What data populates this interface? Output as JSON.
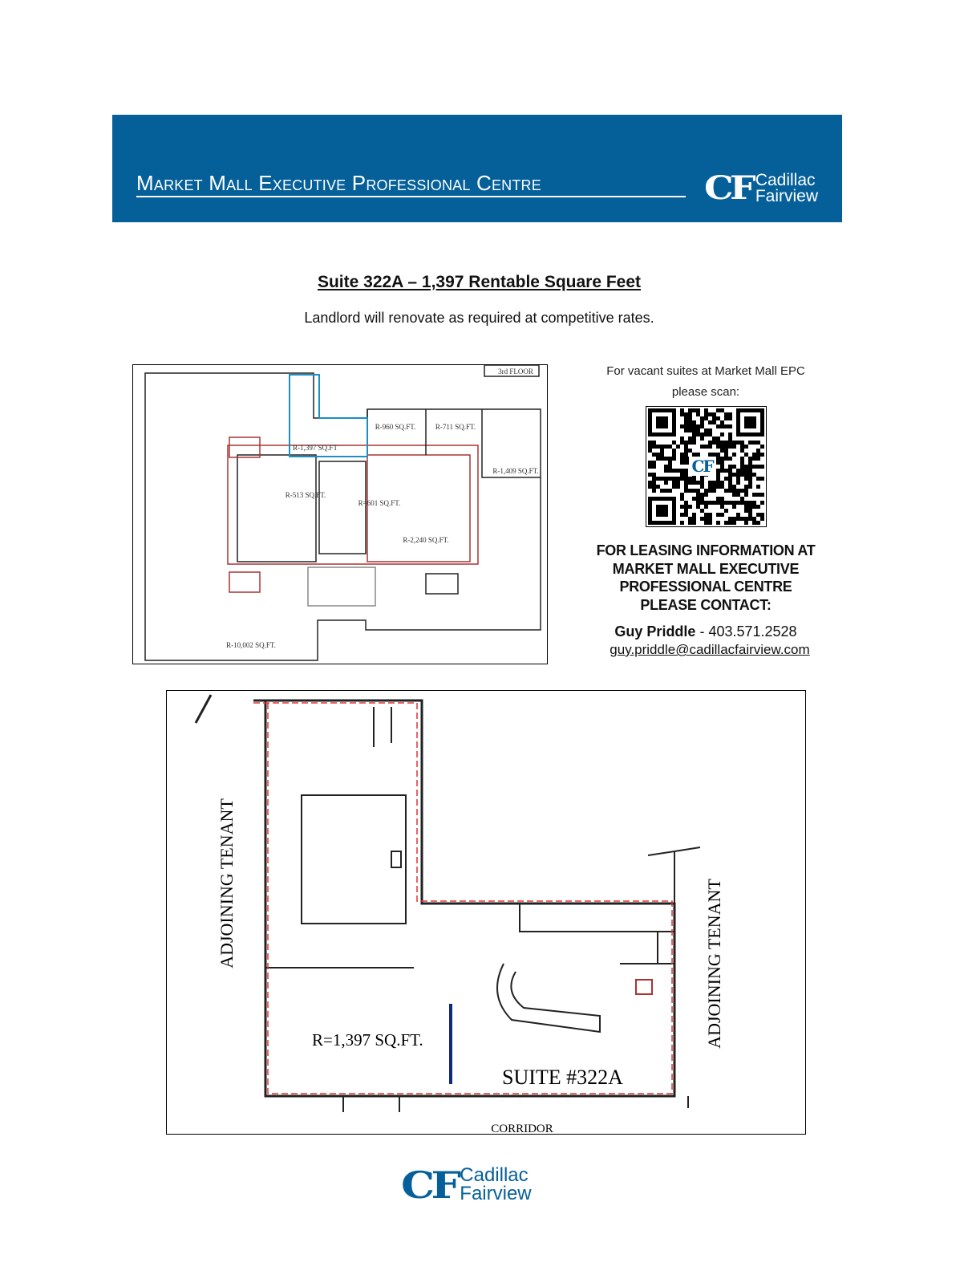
{
  "banner": {
    "title": "Market Mall Executive Professional Centre",
    "logo_text": "CF",
    "brand_line1": "Cadillac",
    "brand_line2": "Fairview",
    "color": "#05609a"
  },
  "heading": "Suite 322A – 1,397 Rentable Square Feet",
  "subheading": "Landlord will renovate as required at competitive rates.",
  "floor_plan": {
    "floor_label": "3rd FLOOR",
    "areas": [
      "R-1,397 SQ.FT",
      "R-960 SQ.FT.",
      "R-711 SQ.FT.",
      "R-513 SQ.FT.",
      "R=601 SQ.FT.",
      "R-2,240 SQ.FT.",
      "R-1,409 SQ.FT.",
      "R-10,002 SQ.FT."
    ]
  },
  "sidebar": {
    "scan_line1": "For vacant suites at Market Mall EPC",
    "scan_line2": "please scan:",
    "qr_logo": "CF",
    "lease_lines": [
      "FOR LEASING INFORMATION AT",
      "MARKET MALL EXECUTIVE",
      "PROFESSIONAL CENTRE",
      "PLEASE CONTACT:"
    ],
    "contact_name": "Guy Priddle",
    "contact_phone": " - 403.571.2528",
    "contact_email": "guy.priddle@cadillacfairview.com"
  },
  "suite_plan": {
    "left_label": "ADJOINING TENANT",
    "right_label": "ADJOINING TENANT",
    "area": "R=1,397 SQ.FT.",
    "suite": "SUITE #322A",
    "corridor": "CORRIDOR"
  },
  "footer": {
    "logo_text": "CF",
    "brand_line1": "Cadillac",
    "brand_line2": "Fairview"
  }
}
